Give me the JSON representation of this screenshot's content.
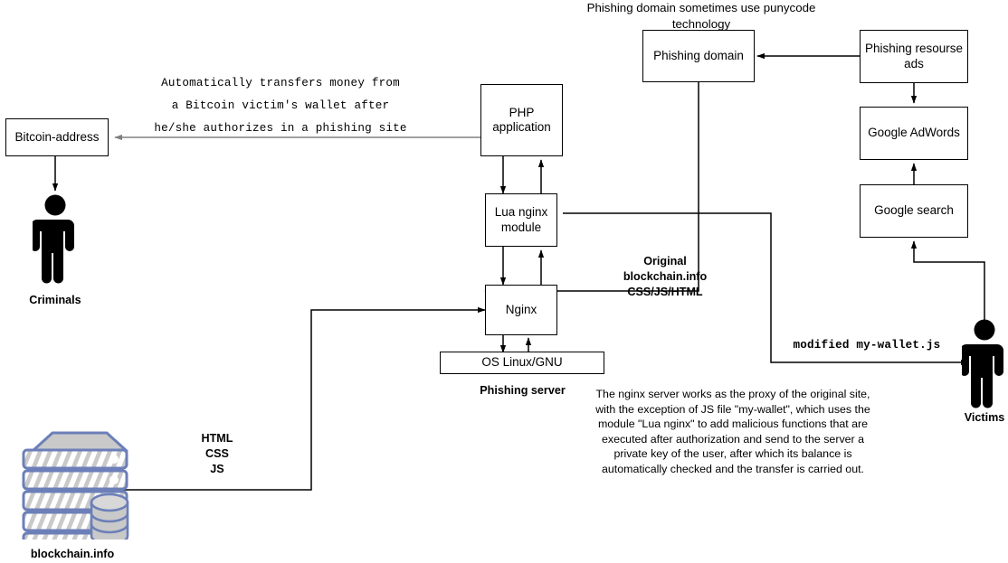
{
  "diagram": {
    "title": "Bitcoin phishing attack infrastructure",
    "colors": {
      "stroke": "#000000",
      "gray_arrow": "#808080",
      "rack_border": "#6c7fb8",
      "rack_fill": "#c9c9c9",
      "rack_stripe": "#ffffff",
      "person": "#000000",
      "background": "#ffffff"
    }
  },
  "nodes": {
    "bitcoin_address": "Bitcoin-address",
    "php_application": "PHP application",
    "lua_nginx_module": "Lua nginx\nmodule",
    "lua_nginx_module_l1": "Lua nginx",
    "lua_nginx_module_l2": "module",
    "nginx": "Nginx",
    "os_linux": "OS Linux/GNU",
    "phishing_domain": "Phishing domain",
    "phishing_resourse_ads_l1": "Phishing resourse",
    "phishing_resourse_ads_l2": "ads",
    "google_adwords": "Google AdWords",
    "google_search": "Google search"
  },
  "actors": {
    "criminals": "Criminals",
    "victims": "Victims",
    "blockchain_info": "blockchain.info"
  },
  "captions": {
    "phishing_server": "Phishing server"
  },
  "annotations": {
    "punycode_l1": "Phishing domain sometimes use punycode",
    "punycode_l2": "technology",
    "transfer_note_l1": "Automatically transfers money from",
    "transfer_note_l2": "a Bitcoin victim's wallet after",
    "transfer_note_l3": "he/she authorizes in a phishing site",
    "original_assets_l1": "Original",
    "original_assets_l2": "blockchain.info",
    "original_assets_l3": "CSS/JS/HTML",
    "modified_wallet": "modified my-wallet.js",
    "html_css_js_l1": "HTML",
    "html_css_js_l2": "CSS",
    "html_css_js_l3": "JS",
    "nginx_description_l1": "The nginx server works as the proxy of the original site,",
    "nginx_description_l2": "with the exception of JS file \"my-wallet\", which uses the",
    "nginx_description_l3": "module \"Lua nginx\" to add malicious functions that are",
    "nginx_description_l4": "executed after authorization and send to the server a",
    "nginx_description_l5": "private key of the user, after which its balance is",
    "nginx_description_l6": "automatically checked and the transfer is carried out."
  }
}
